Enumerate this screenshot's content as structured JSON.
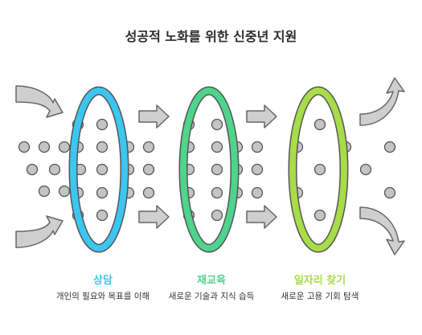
{
  "title": "성공적 노화를 위한 신중년 지원",
  "stages": [
    {
      "title": "상담",
      "description": "개인의 필요와 목표를 이해",
      "color": "#3cc6f0"
    },
    {
      "title": "재교육",
      "description": "새로운 기술과 지식 습득",
      "color": "#4fd48c"
    },
    {
      "title": "일자리 찾기",
      "description": "새로운 고용 기회 탐색",
      "color": "#a8dc48"
    }
  ],
  "colors": {
    "arrow_fill": "#cfcfcf",
    "arrow_stroke": "#666666",
    "dot_fill": "#c4c4c4",
    "dot_stroke": "#555555",
    "ring_outline": "#555555"
  },
  "icons": {
    "input_arrows": "curved-arrow-icon",
    "between_arrows": "right-arrow-icon",
    "output_arrows": "curved-arrow-icon"
  }
}
